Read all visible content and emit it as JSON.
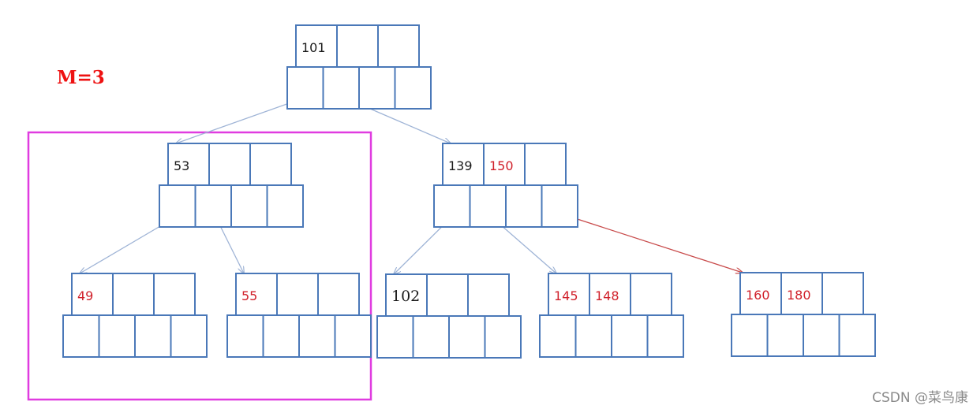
{
  "order_label": "M=3",
  "colors": {
    "box_stroke": "#4a78b8",
    "edge": "#9fb4d6",
    "edge_red": "#c84a4a",
    "key_black": "#1a1a1a",
    "key_red": "#d0202a",
    "highlight": "#e03ce0",
    "label_red": "#ee1111"
  },
  "nodes": {
    "root": {
      "keys": [
        "101",
        "",
        ""
      ],
      "key_colors": [
        "black",
        "",
        ""
      ]
    },
    "n53": {
      "keys": [
        "53",
        "",
        ""
      ],
      "key_colors": [
        "black",
        "",
        ""
      ]
    },
    "n139": {
      "keys": [
        "139",
        "150",
        ""
      ],
      "key_colors": [
        "black",
        "red",
        ""
      ]
    },
    "n49": {
      "keys": [
        "49",
        "",
        ""
      ],
      "key_colors": [
        "red",
        "",
        ""
      ]
    },
    "n55": {
      "keys": [
        "55",
        "",
        ""
      ],
      "key_colors": [
        "red",
        "",
        ""
      ]
    },
    "n102": {
      "keys": [
        "102",
        "",
        ""
      ],
      "key_colors": [
        "black",
        "",
        ""
      ]
    },
    "n145": {
      "keys": [
        "145",
        "148",
        ""
      ],
      "key_colors": [
        "red",
        "red",
        ""
      ]
    },
    "n160": {
      "keys": [
        "160",
        "180",
        ""
      ],
      "key_colors": [
        "red",
        "red",
        ""
      ]
    }
  },
  "edges": [
    {
      "from": "root",
      "pointer": 0,
      "to": "n53",
      "style": "normal"
    },
    {
      "from": "root",
      "pointer": 1,
      "to": "n139",
      "style": "normal"
    },
    {
      "from": "n53",
      "pointer": 0,
      "to": "n49",
      "style": "normal"
    },
    {
      "from": "n53",
      "pointer": 1,
      "to": "n55",
      "style": "normal"
    },
    {
      "from": "n139",
      "pointer": 0,
      "to": "n102",
      "style": "normal"
    },
    {
      "from": "n139",
      "pointer": 1,
      "to": "n145",
      "style": "normal"
    },
    {
      "from": "n139",
      "pointer": 2,
      "to": "n160",
      "style": "red"
    }
  ],
  "watermark": "CSDN @菜鸟康"
}
